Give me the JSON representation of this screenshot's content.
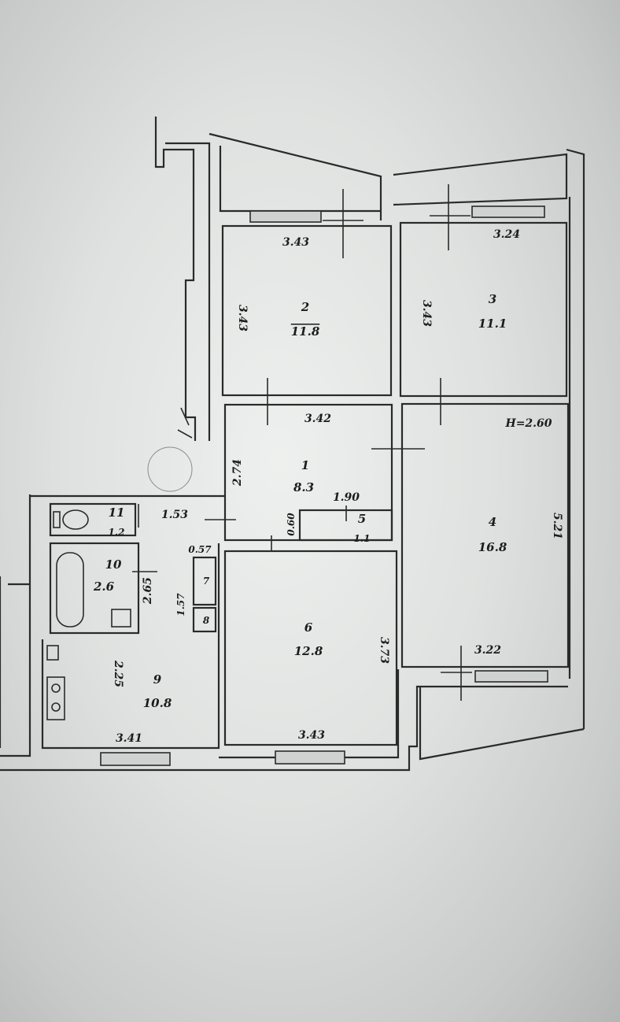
{
  "ceiling_height": "H=2.60",
  "rooms": [
    {
      "number": "1",
      "area": "8.3"
    },
    {
      "number": "2",
      "area": "11.8"
    },
    {
      "number": "3",
      "area": "11.1"
    },
    {
      "number": "4",
      "area": "16.8"
    },
    {
      "number": "5",
      "area": "1.1"
    },
    {
      "number": "6",
      "area": "12.8"
    },
    {
      "number": "7",
      "area": ""
    },
    {
      "number": "8",
      "area": ""
    },
    {
      "number": "9",
      "area": "10.8"
    },
    {
      "number": "10",
      "area": "2.6"
    },
    {
      "number": "11",
      "area": "1.2"
    }
  ],
  "dimensions": {
    "room2_width": "3.43",
    "room2_depth": "3.43",
    "room3_width": "3.24",
    "room3_depth": "3.43",
    "room1_width": "3.42",
    "room1_depth": "2.74",
    "closet_width": "1.90",
    "closet_depth": "0.60",
    "room4_width": "3.22",
    "room4_depth": "5.21",
    "room6_width": "3.43",
    "room6_depth": "3.73",
    "room9_width": "3.41",
    "room9_depth": "2.25",
    "room10_depth": "2.65",
    "room11_width": "1.53",
    "corridor_width": "0.57",
    "corridor_depth": "1.57"
  }
}
